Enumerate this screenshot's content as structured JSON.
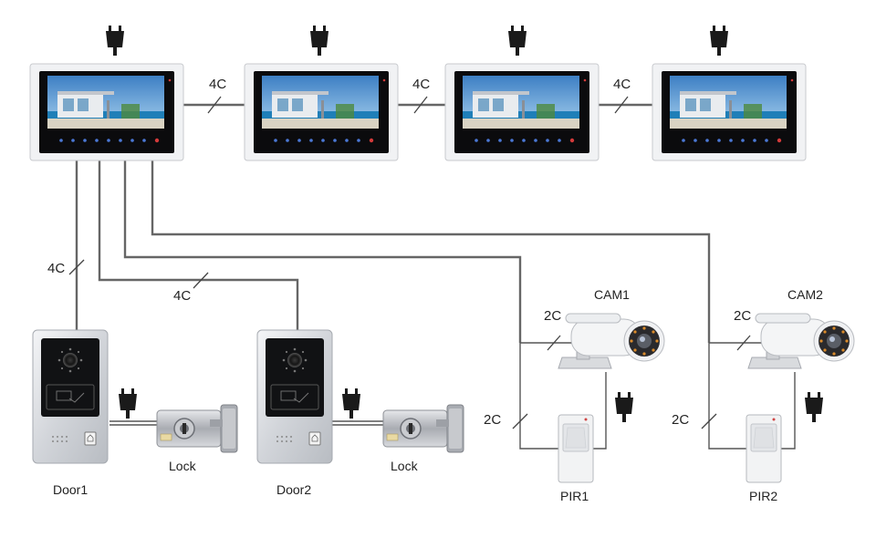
{
  "wire_labels": {
    "monitor_link_1": "4C",
    "monitor_link_2": "4C",
    "monitor_link_3": "4C",
    "door1_link": "4C",
    "door2_link": "4C",
    "cam1_link": "2C",
    "pir1_link": "2C",
    "cam2_link": "2C",
    "pir2_link": "2C"
  },
  "device_labels": {
    "door1": "Door1",
    "lock1": "Lock",
    "door2": "Door2",
    "lock2": "Lock",
    "cam1": "CAM1",
    "pir1": "PIR1",
    "cam2": "CAM2",
    "pir2": "PIR2"
  },
  "monitor_count": 4,
  "colors": {
    "wire": "#666666",
    "panel_silver": "#c9ccd1",
    "screen_sky": "#5a9bd4",
    "sea": "#1f7fb8"
  }
}
